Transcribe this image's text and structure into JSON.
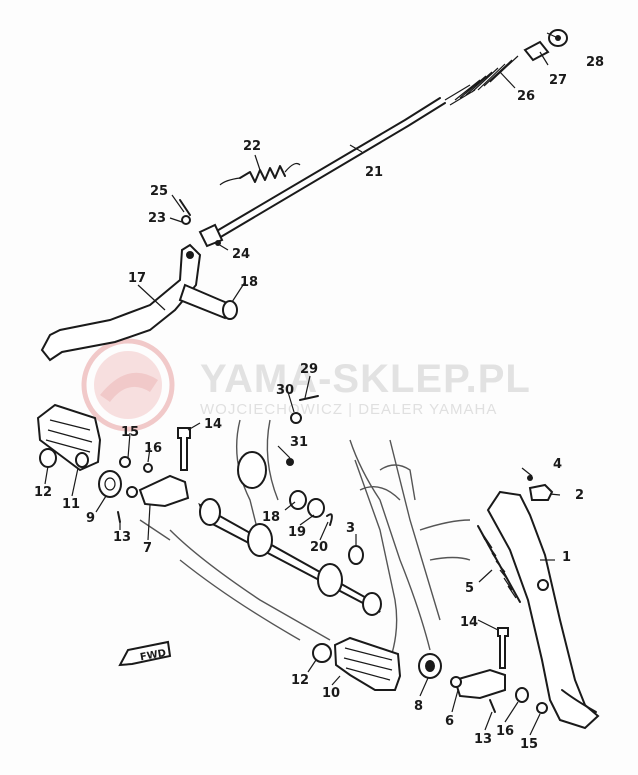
{
  "watermark": {
    "main": "YAMA-SKLEP.PL",
    "sub": "WOJCIECHOWICZ | DEALER YAMAHA",
    "logo_color": "#e8a0a0"
  },
  "direction_marker": "FWD",
  "callouts": {
    "c1": "1",
    "c2": "2",
    "c3": "3",
    "c4": "4",
    "c5": "5",
    "c6": "6",
    "c7": "7",
    "c8": "8",
    "c9": "9",
    "c10": "10",
    "c11": "11",
    "c12a": "12",
    "c12b": "12",
    "c13a": "13",
    "c13b": "13",
    "c14a": "14",
    "c14b": "14",
    "c15a": "15",
    "c15b": "15",
    "c16a": "16",
    "c16b": "16",
    "c17": "17",
    "c18a": "18",
    "c18b": "18",
    "c19": "19",
    "c20": "20",
    "c21": "21",
    "c22": "22",
    "c23": "23",
    "c24": "24",
    "c25": "25",
    "c26": "26",
    "c27": "27",
    "c28": "28",
    "c29": "29",
    "c30": "30",
    "c31": "31"
  }
}
